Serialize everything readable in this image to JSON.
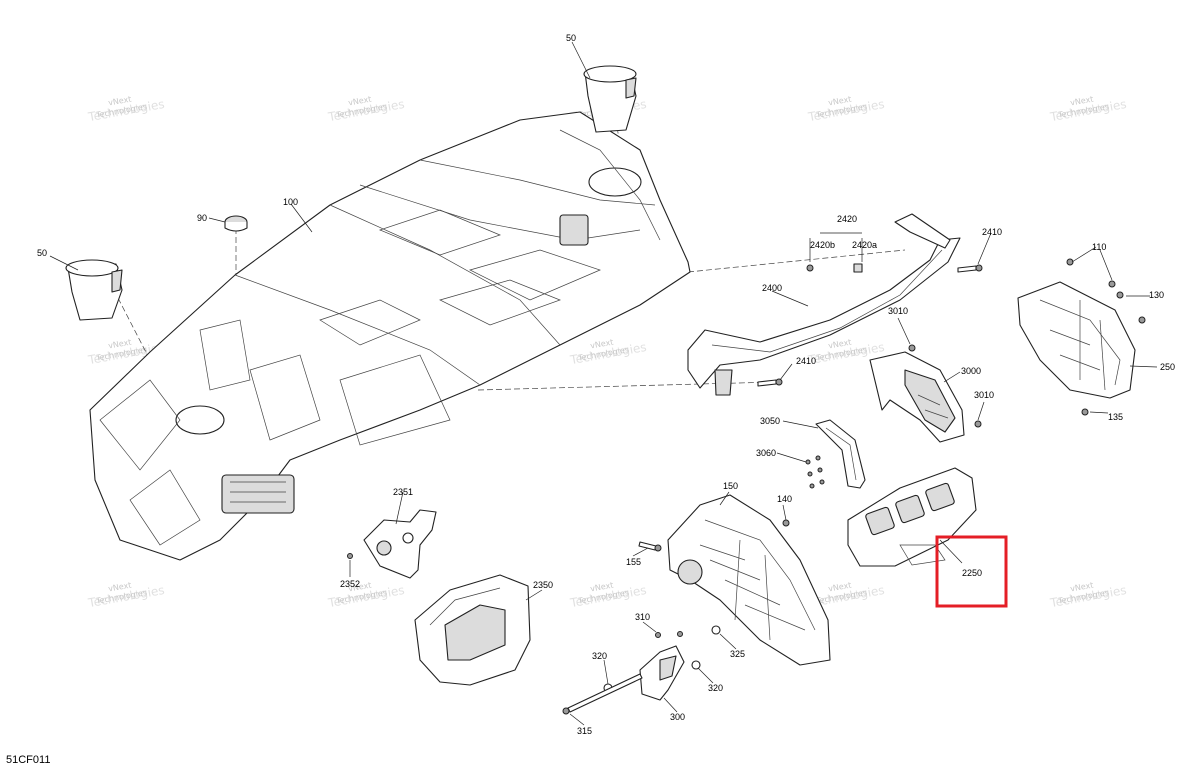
{
  "diagram": {
    "code": "51CF011",
    "callouts": [
      "50",
      "50",
      "90",
      "100",
      "2420",
      "2420b",
      "2420a",
      "2410",
      "2400",
      "2410",
      "110",
      "130",
      "250",
      "135",
      "3010",
      "3000",
      "3010",
      "3050",
      "3060",
      "150",
      "140",
      "155",
      "2351",
      "2352",
      "2350",
      "310",
      "325",
      "320",
      "320",
      "315",
      "300",
      "2250"
    ],
    "highlight_label": "2250",
    "highlight_color": "#e41e26",
    "watermark_lines": [
      "vNext",
      "Technologies"
    ]
  }
}
